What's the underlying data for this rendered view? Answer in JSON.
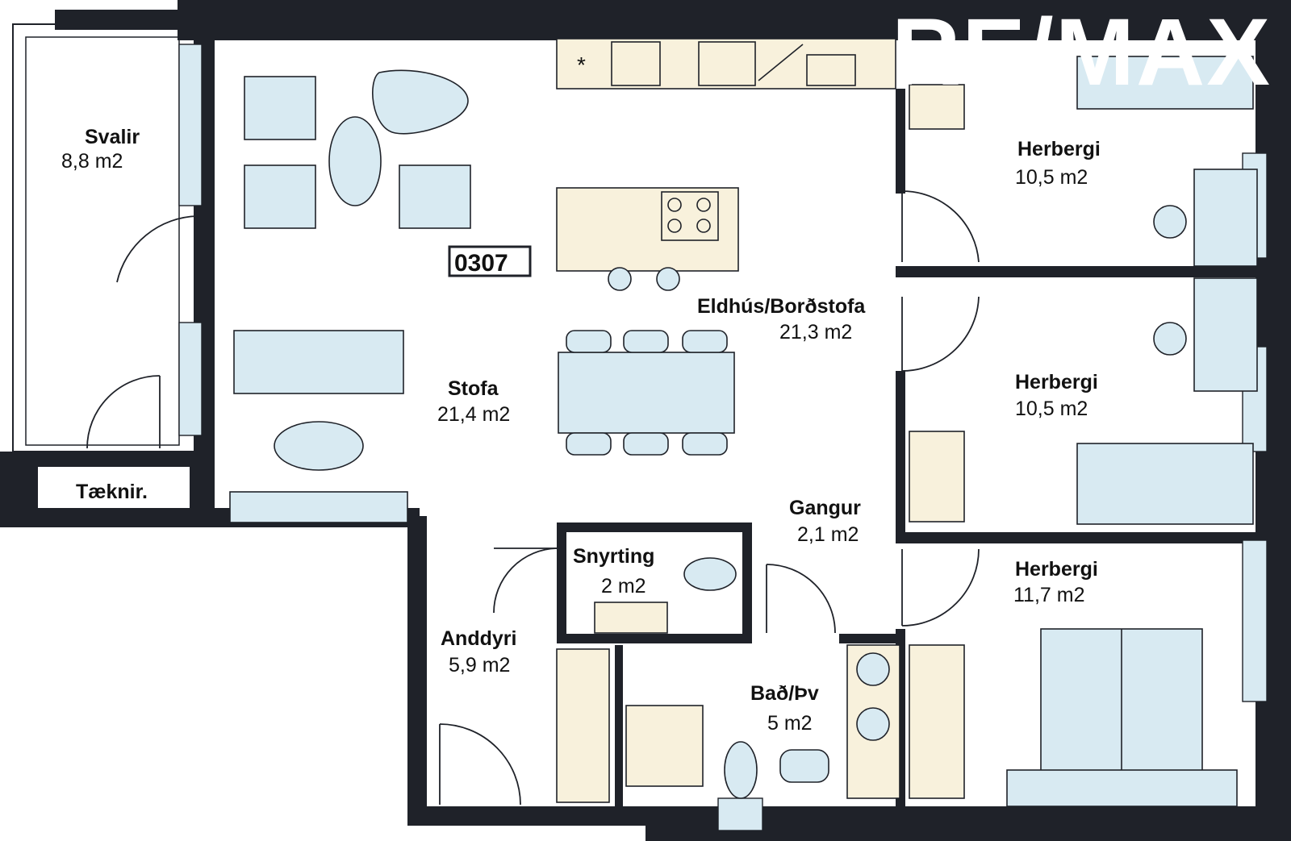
{
  "logo": {
    "text": "RE/MAX"
  },
  "unit": {
    "id": "0307"
  },
  "rooms": {
    "svalir": {
      "name": "Svalir",
      "area": "8,8 m2"
    },
    "taeknir": {
      "name": "Tæknir."
    },
    "stofa": {
      "name": "Stofa",
      "area": "21,4 m2"
    },
    "eldhus": {
      "name": "Eldhús/Borðstofa",
      "area": "21,3 m2"
    },
    "herbergi1": {
      "name": "Herbergi",
      "area": "10,5 m2"
    },
    "herbergi2": {
      "name": "Herbergi",
      "area": "10,5 m2"
    },
    "herbergi3": {
      "name": "Herbergi",
      "area": "11,7 m2"
    },
    "gangur": {
      "name": "Gangur",
      "area": "2,1 m2"
    },
    "snyrting": {
      "name": "Snyrting",
      "area": "2 m2"
    },
    "anddyri": {
      "name": "Anddyri",
      "area": "5,9 m2"
    },
    "bad": {
      "name": "Bað/Þv",
      "area": "5 m2"
    }
  },
  "colors": {
    "wall": "#1f2229",
    "furniture": "#d8eaf2",
    "cabinets": "#f8f1dc",
    "background": "#ffffff"
  }
}
